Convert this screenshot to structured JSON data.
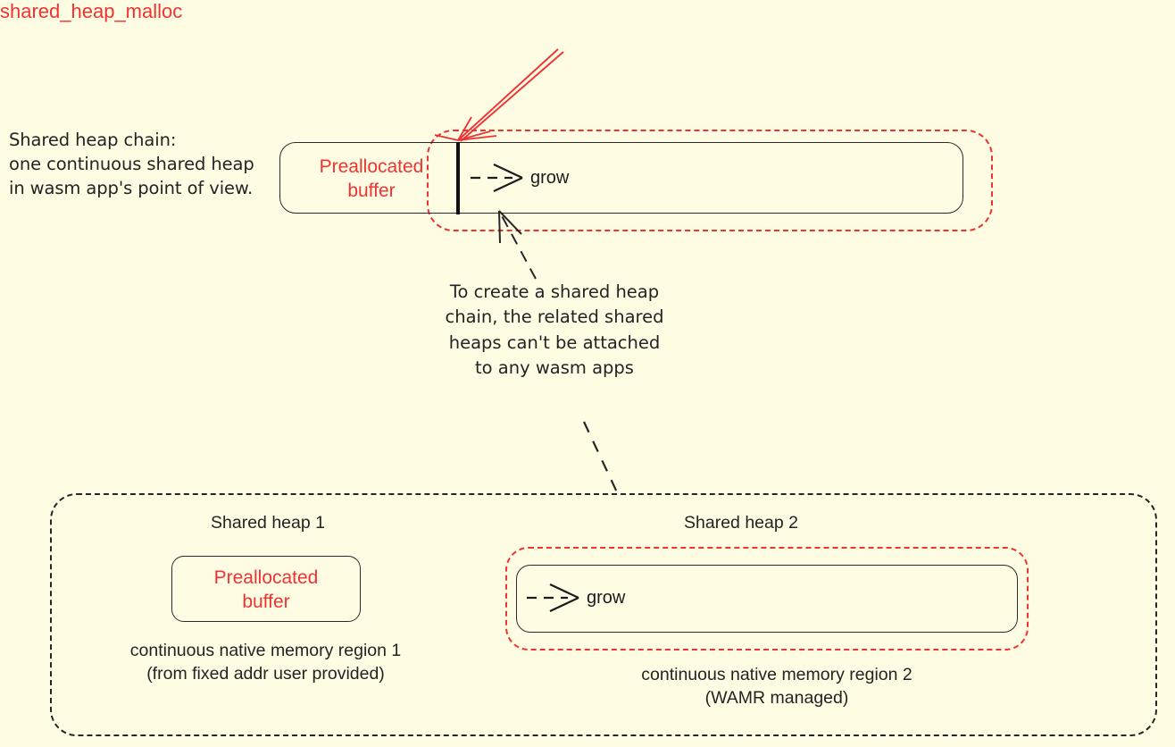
{
  "diagram": {
    "background_color": "#FFFCE4",
    "accent_red": "#EF3333",
    "ink_black": "#262626",
    "top": {
      "chain_note": "Shared heap chain:\none continuous shared heap\nin wasm app's point of view.",
      "malloc_label": "shared_heap_malloc",
      "preallocated_buffer_label": "Preallocated\nbuffer",
      "grow_label": "grow",
      "explain_note": "To create a shared heap chain, the related shared heaps can't be attached to any wasm apps"
    },
    "bottom": {
      "shared_heap_1_title": "Shared heap 1",
      "shared_heap_2_title": "Shared heap 2",
      "preallocated_buffer_label": "Preallocated\nbuffer",
      "grow_label": "grow",
      "region_1_caption": "continuous native memory region 1\n(from fixed addr user provided)",
      "region_2_caption": "continuous native memory region 2\n(WAMR managed)"
    },
    "icons": {
      "grow_arrow": "dashed-right-arrow-icon",
      "pointer_arrow": "callout-arrow-icon",
      "leader_line": "dashed-leader-line-icon"
    }
  }
}
